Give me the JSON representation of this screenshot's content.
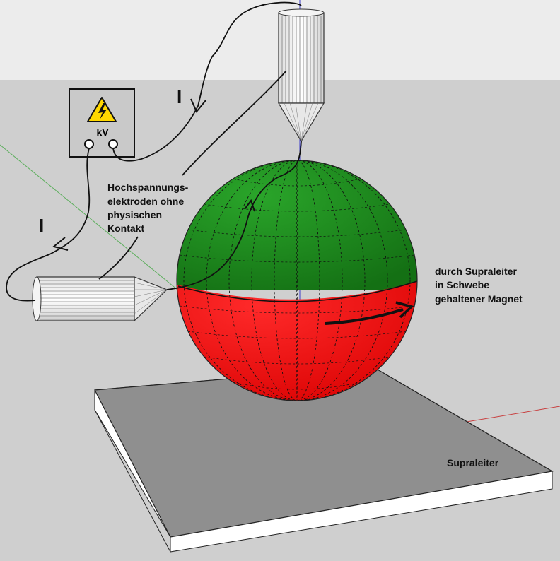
{
  "voltage_source": {
    "unit_label": "kV",
    "warning_symbol": "high-voltage-lightning-icon"
  },
  "labels": {
    "current_symbol_top": "I",
    "current_symbol_left": "I",
    "electrodes_line1": "Hochspannungs-",
    "electrodes_line2": "elektroden ohne",
    "electrodes_line3": "physischen",
    "electrodes_line4": "Kontakt",
    "magnet_line1": "durch Supraleiter",
    "magnet_line2": "in Schwebe",
    "magnet_line3": "gehaltener Magnet",
    "superconductor": "Supraleiter"
  },
  "colors": {
    "sky": "#ececec",
    "ground": "#cfcfcf",
    "sphere_top": "#1f8b1f",
    "sphere_bottom": "#ff1a1a",
    "plate_top": "#8f8f8f",
    "plate_side": "#ffffff",
    "warning_yellow": "#ffd800"
  }
}
